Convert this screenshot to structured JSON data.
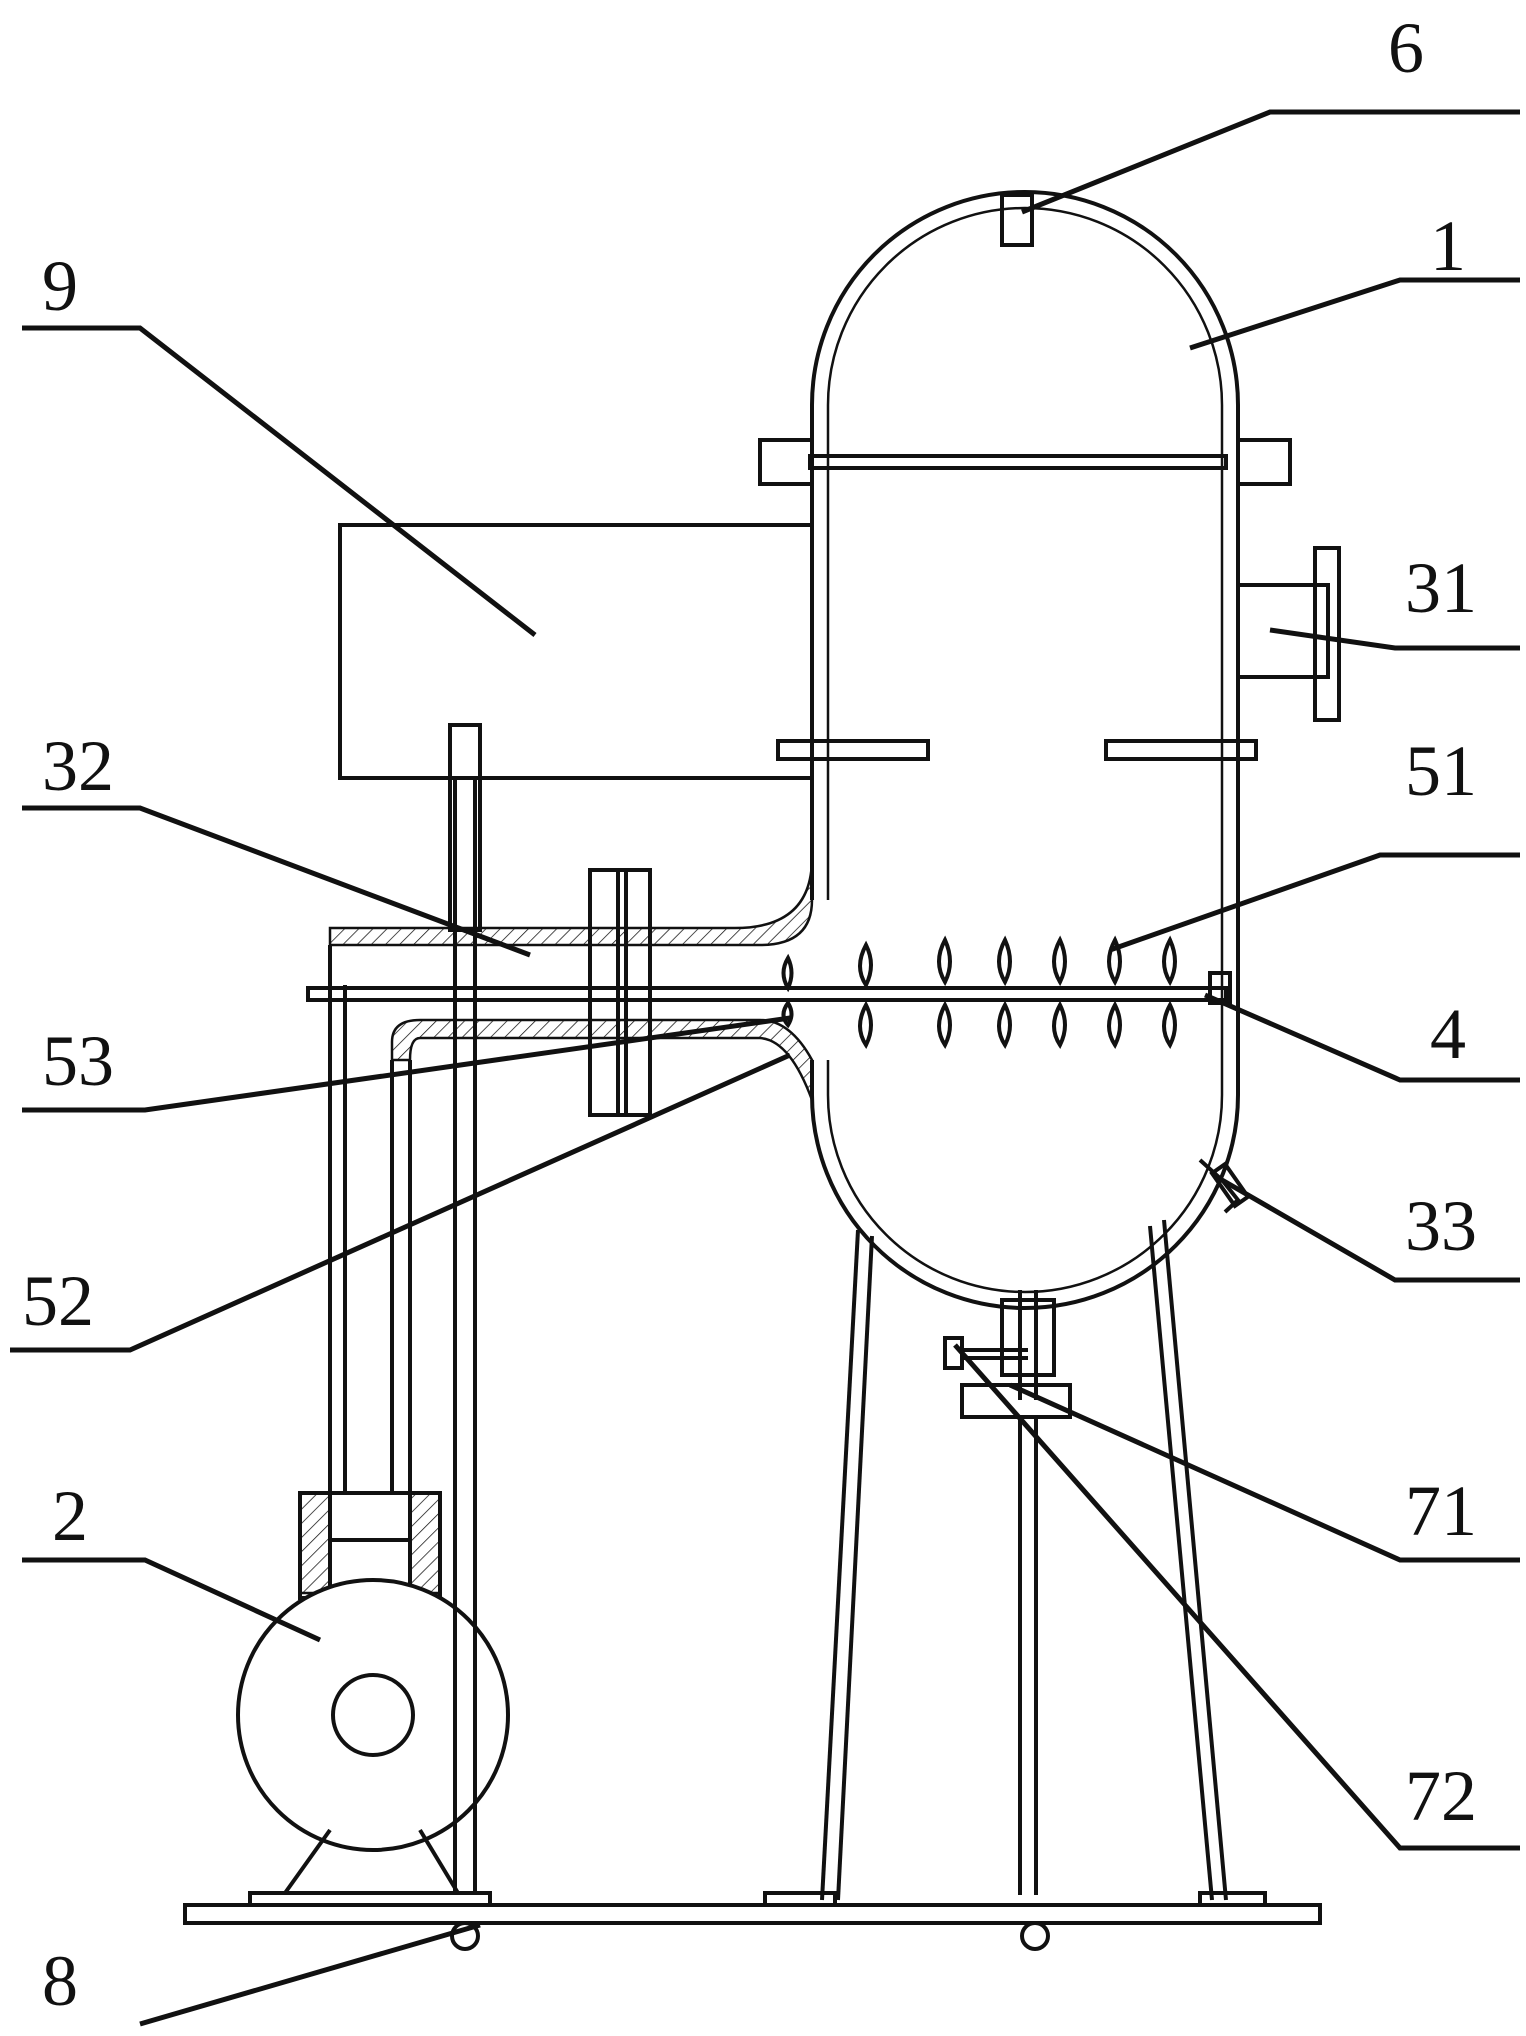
{
  "labels": {
    "l1": "1",
    "l2": "2",
    "l4": "4",
    "l6": "6",
    "l8": "8",
    "l9": "9",
    "l31": "31",
    "l32": "32",
    "l33": "33",
    "l51": "51",
    "l52": "52",
    "l53": "53",
    "l71": "71",
    "l72": "72"
  }
}
